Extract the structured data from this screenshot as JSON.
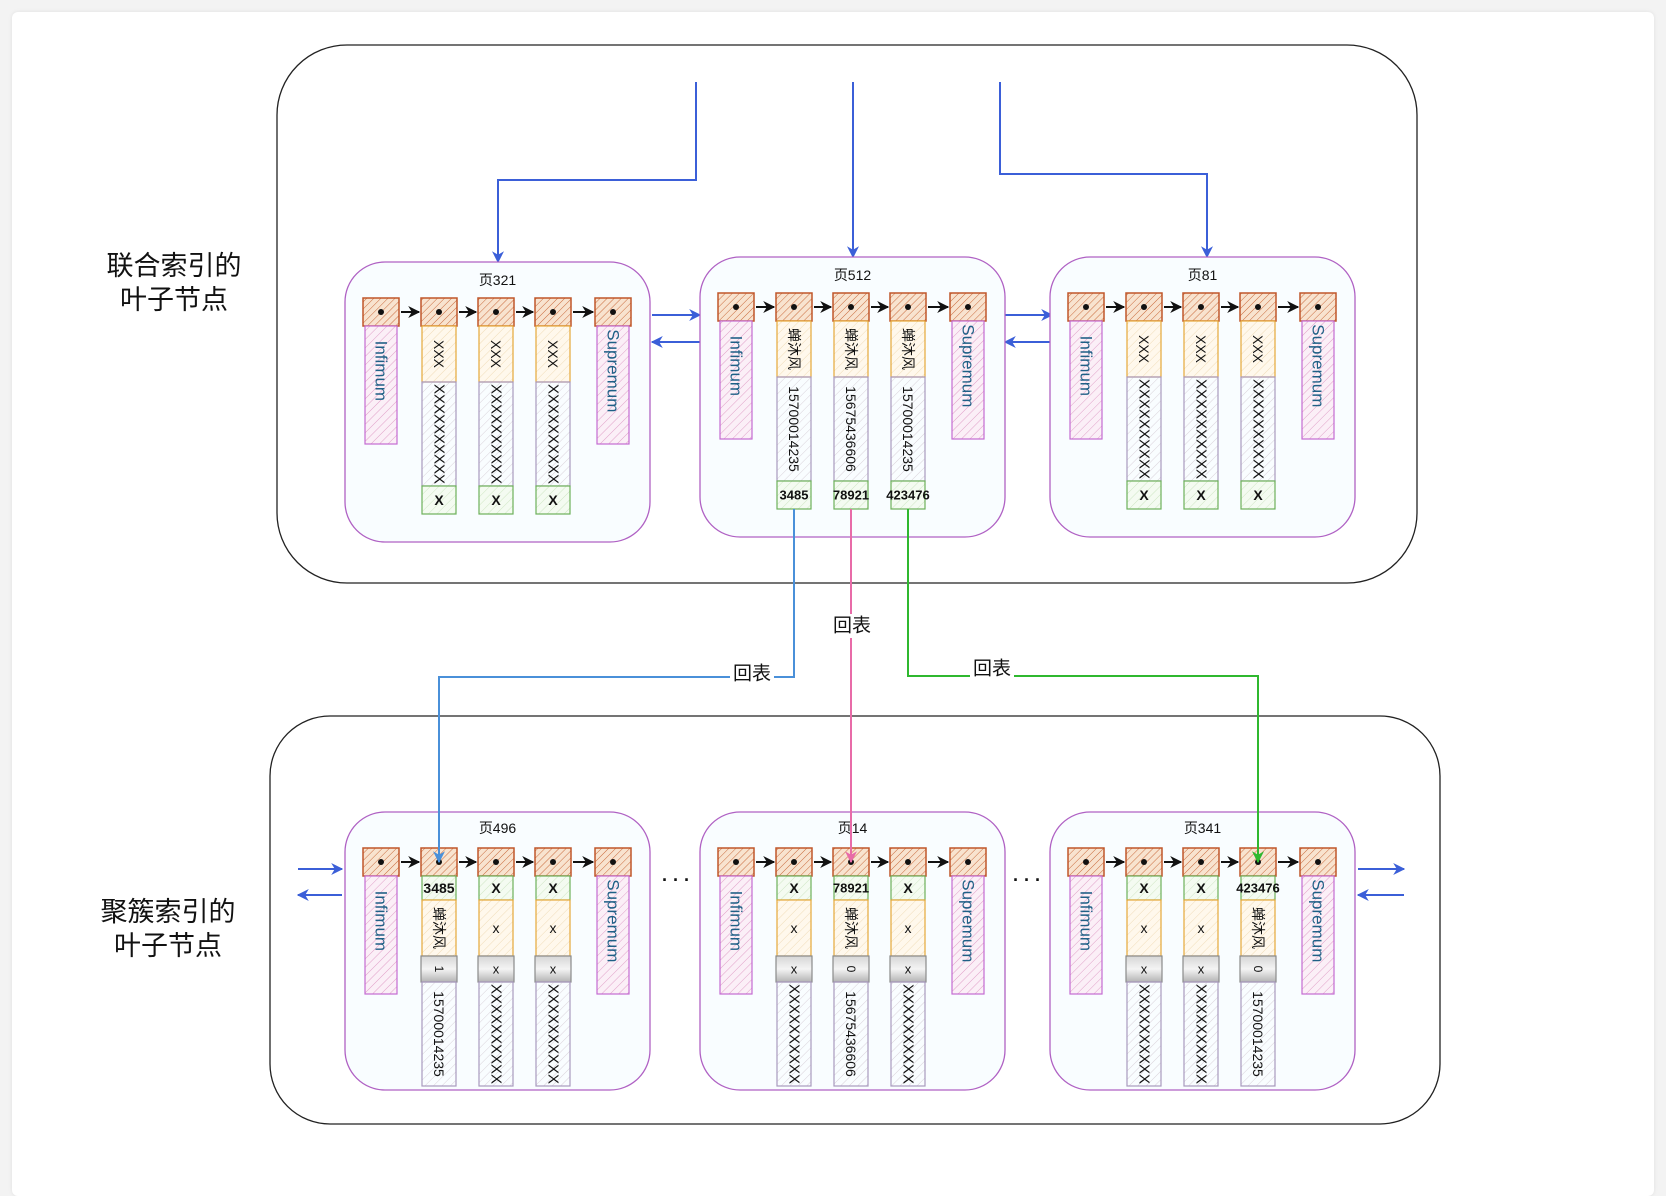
{
  "sections": [
    {
      "id": "composite",
      "label_lines": [
        "联合索引的",
        "叶子节点"
      ],
      "pages": [
        {
          "title": "页321",
          "infimum": "Infimum",
          "supremum": "Supremum",
          "records": [
            {
              "key": "XXX",
              "value": "XXXXXXXXXX",
              "pk": "X"
            },
            {
              "key": "XXX",
              "value": "XXXXXXXXXX",
              "pk": "X"
            },
            {
              "key": "XXX",
              "value": "XXXXXXXXXX",
              "pk": "X"
            }
          ]
        },
        {
          "title": "页512",
          "infimum": "Infimum",
          "supremum": "Supremum",
          "records": [
            {
              "key": "蝉沐风",
              "value": "15700014235",
              "pk": "3485"
            },
            {
              "key": "蝉沐风",
              "value": "15675436606",
              "pk": "78921"
            },
            {
              "key": "蝉沐风",
              "value": "15700014235",
              "pk": "423476"
            }
          ]
        },
        {
          "title": "页81",
          "infimum": "Infimum",
          "supremum": "Supremum",
          "records": [
            {
              "key": "XXX",
              "value": "XXXXXXXXXX",
              "pk": "X"
            },
            {
              "key": "XXX",
              "value": "XXXXXXXXXX",
              "pk": "X"
            },
            {
              "key": "XXX",
              "value": "XXXXXXXXXX",
              "pk": "X"
            }
          ]
        }
      ]
    },
    {
      "id": "clustered",
      "label_lines": [
        "聚簇索引的",
        "叶子节点"
      ],
      "ellipsis": "· · ·",
      "pages": [
        {
          "title": "页496",
          "infimum": "Infimum",
          "supremum": "Supremum",
          "records": [
            {
              "pk": "3485",
              "name": "蝉沐风",
              "flag": "1",
              "phone": "15700014235"
            },
            {
              "pk": "X",
              "name": "X",
              "flag": "X",
              "phone": "XXXXXXXXXX"
            },
            {
              "pk": "X",
              "name": "X",
              "flag": "X",
              "phone": "XXXXXXXXXX"
            }
          ]
        },
        {
          "title": "页14",
          "infimum": "Infimum",
          "supremum": "Supremum",
          "records": [
            {
              "pk": "X",
              "name": "X",
              "flag": "X",
              "phone": "XXXXXXXXXX"
            },
            {
              "pk": "78921",
              "name": "蝉沐风",
              "flag": "0",
              "phone": "15675436606"
            },
            {
              "pk": "X",
              "name": "X",
              "flag": "X",
              "phone": "XXXXXXXXXX"
            }
          ]
        },
        {
          "title": "页341",
          "infimum": "Infimum",
          "supremum": "Supremum",
          "records": [
            {
              "pk": "X",
              "name": "X",
              "flag": "X",
              "phone": "XXXXXXXXXX"
            },
            {
              "pk": "X",
              "name": "X",
              "flag": "X",
              "phone": "XXXXXXXXXX"
            },
            {
              "pk": "423476",
              "name": "蝉沐风",
              "flag": "0",
              "phone": "15700014235"
            }
          ]
        }
      ]
    }
  ],
  "lookups": [
    {
      "label": "回表",
      "from_pk": "3485",
      "color": "#4a90d9"
    },
    {
      "label": "回表",
      "from_pk": "78921",
      "color": "#e86ba8"
    },
    {
      "label": "回表",
      "from_pk": "423476",
      "color": "#2fb82f"
    }
  ],
  "colors": {
    "pointer_arrow": "#3b5fd8",
    "page_border": "#b062c4",
    "page_fill": "#f9fdff",
    "header_cell": "#c0562a",
    "header_fill": "#f6d7bd",
    "sys_record": "#c46bd2",
    "sys_text": "#1f5f86",
    "key_cell": "#e5a93a",
    "value_cell": "#a99abf",
    "pk_cell": "#6db15a",
    "flag_fill": "#bfbfbf"
  }
}
